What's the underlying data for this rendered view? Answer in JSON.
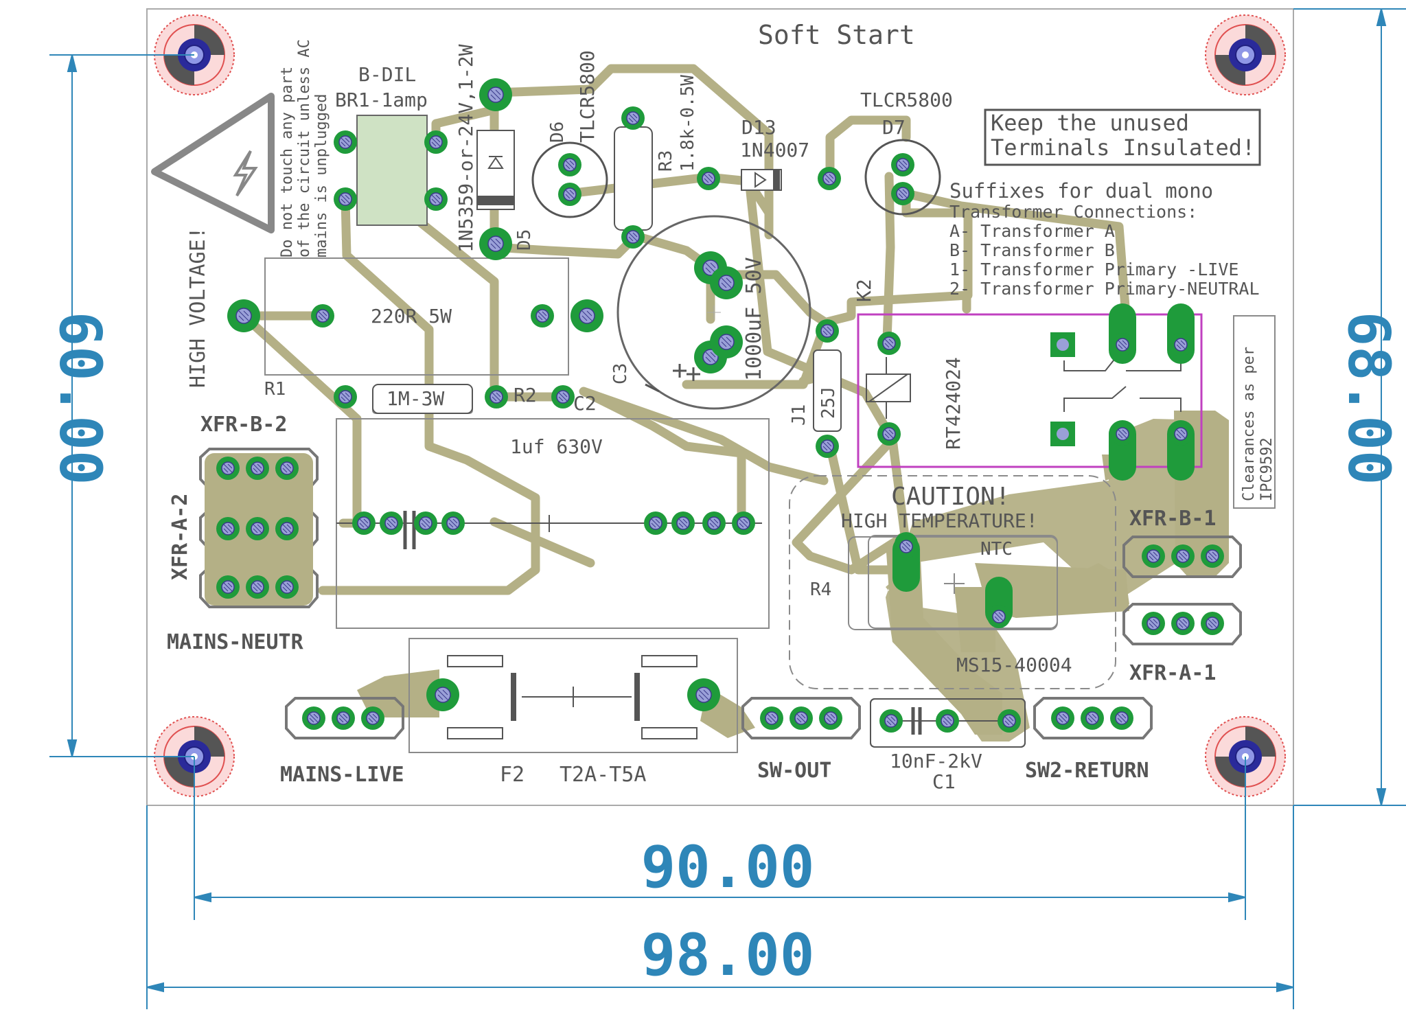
{
  "colors": {
    "board": "#ffffff",
    "board_edge": "#aaaaaa",
    "trace": "#b4b086",
    "pad": "#1f9b3b",
    "drill": "#9aa0d8",
    "silk": "#555555",
    "dimension": "#2e86b8",
    "relay_outline": "#c040c0",
    "mount_ring": "#e05050"
  },
  "title": "Soft Start",
  "warnings": {
    "high_voltage": "HIGH VOLTAGE!",
    "do_not_touch": [
      "Do not touch any part",
      "of the circuit unless AC",
      "mains is unplugged"
    ],
    "keep_unused": [
      "Keep the unused",
      "Terminals Insulated!"
    ],
    "caution": "CAUTION!",
    "high_temperature": "HIGH TEMPERATURE!",
    "clearances": [
      "Clearances as per",
      "IPC9592"
    ]
  },
  "suffix_note": [
    "Suffixes for dual mono",
    "Transformer Connections:",
    "A- Transformer A",
    "B- Transformer B",
    "1- Transformer Primary -LIVE",
    "2- Transformer Primary-NEUTRAL"
  ],
  "components": {
    "bridge_value": "B-DIL",
    "bridge_name": "BR1-1amp",
    "zener_value": "1N5359-or-24V,1-2W",
    "d5": "D5",
    "d6": "D6",
    "tlcr_left": "TLCR5800",
    "tlcr_right": "TLCR5800",
    "d7": "D7",
    "r3_name": "R3",
    "r3_value": "1.8k-0.5W",
    "d13": "D13",
    "d13_value": "1N4007",
    "c3": "C3",
    "c3_value": "1000uF 50V",
    "k2": "K2",
    "relay": "RT424024",
    "j1": "J1",
    "j1_value": "25J",
    "r1_value": "220R 5W",
    "r1": "R1",
    "r2_value": "1M-3W",
    "r2": "R2",
    "c2": "C2",
    "c2_value": "1uf 630V",
    "ntc": "NTC",
    "r4": "R4",
    "ms": "MS15-40004",
    "f2": "F2",
    "fuse_value": "T2A-T5A",
    "c1_value": "10nF-2kV",
    "c1": "C1"
  },
  "connectors": {
    "xfr_b_2": "XFR-B-2",
    "xfr_a_2": "XFR-A-2",
    "mains_neutr": "MAINS-NEUTR",
    "mains_live": "MAINS-LIVE",
    "sw_out": "SW-OUT",
    "sw2_return": "SW2-RETURN",
    "xfr_b_1": "XFR-B-1",
    "xfr_a_1": "XFR-A-1"
  },
  "dimensions": {
    "inner_width": "90.00",
    "outer_width": "98.00",
    "inner_height": "60.00",
    "outer_height": "68.00"
  }
}
